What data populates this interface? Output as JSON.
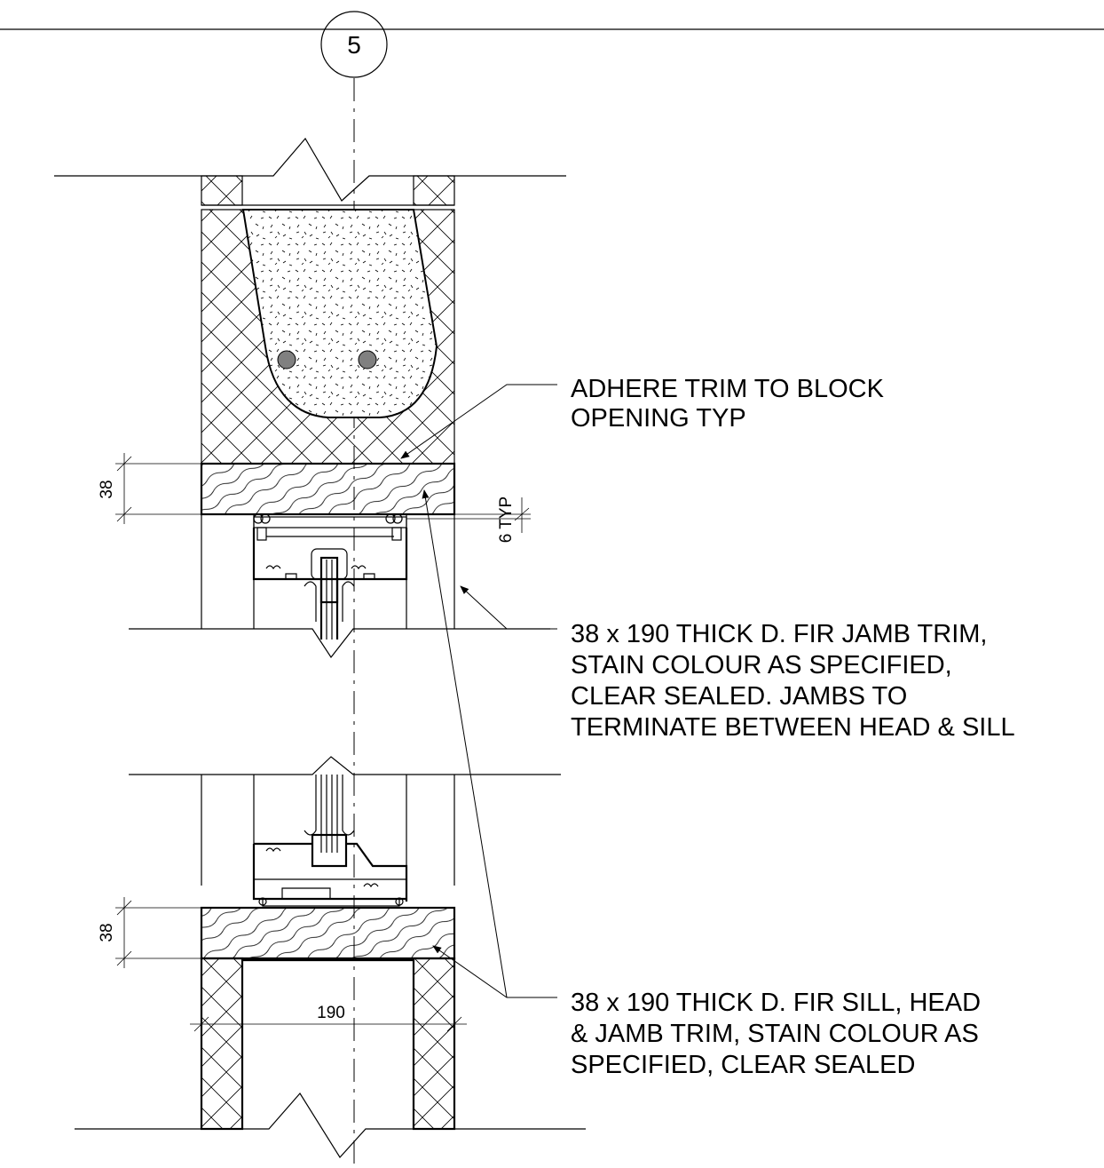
{
  "grid_marker": {
    "label": "5"
  },
  "notes": {
    "adhere_trim": [
      "ADHERE TRIM TO BLOCK",
      "OPENING TYP"
    ],
    "jamb_trim": [
      "38 x 190 THICK D. FIR JAMB TRIM,",
      "STAIN COLOUR AS SPECIFIED,",
      "CLEAR SEALED. JAMBS TO",
      "TERMINATE BETWEEN HEAD & SILL"
    ],
    "sill_trim": [
      "38 x 190 THICK D. FIR SILL, HEAD",
      "& JAMB TRIM, STAIN COLOUR AS",
      "SPECIFIED, CLEAR SEALED"
    ]
  },
  "dimensions": {
    "head_trim_thickness": "38",
    "gap": "6 TYP",
    "sill_trim_thickness": "38",
    "width": "190"
  }
}
